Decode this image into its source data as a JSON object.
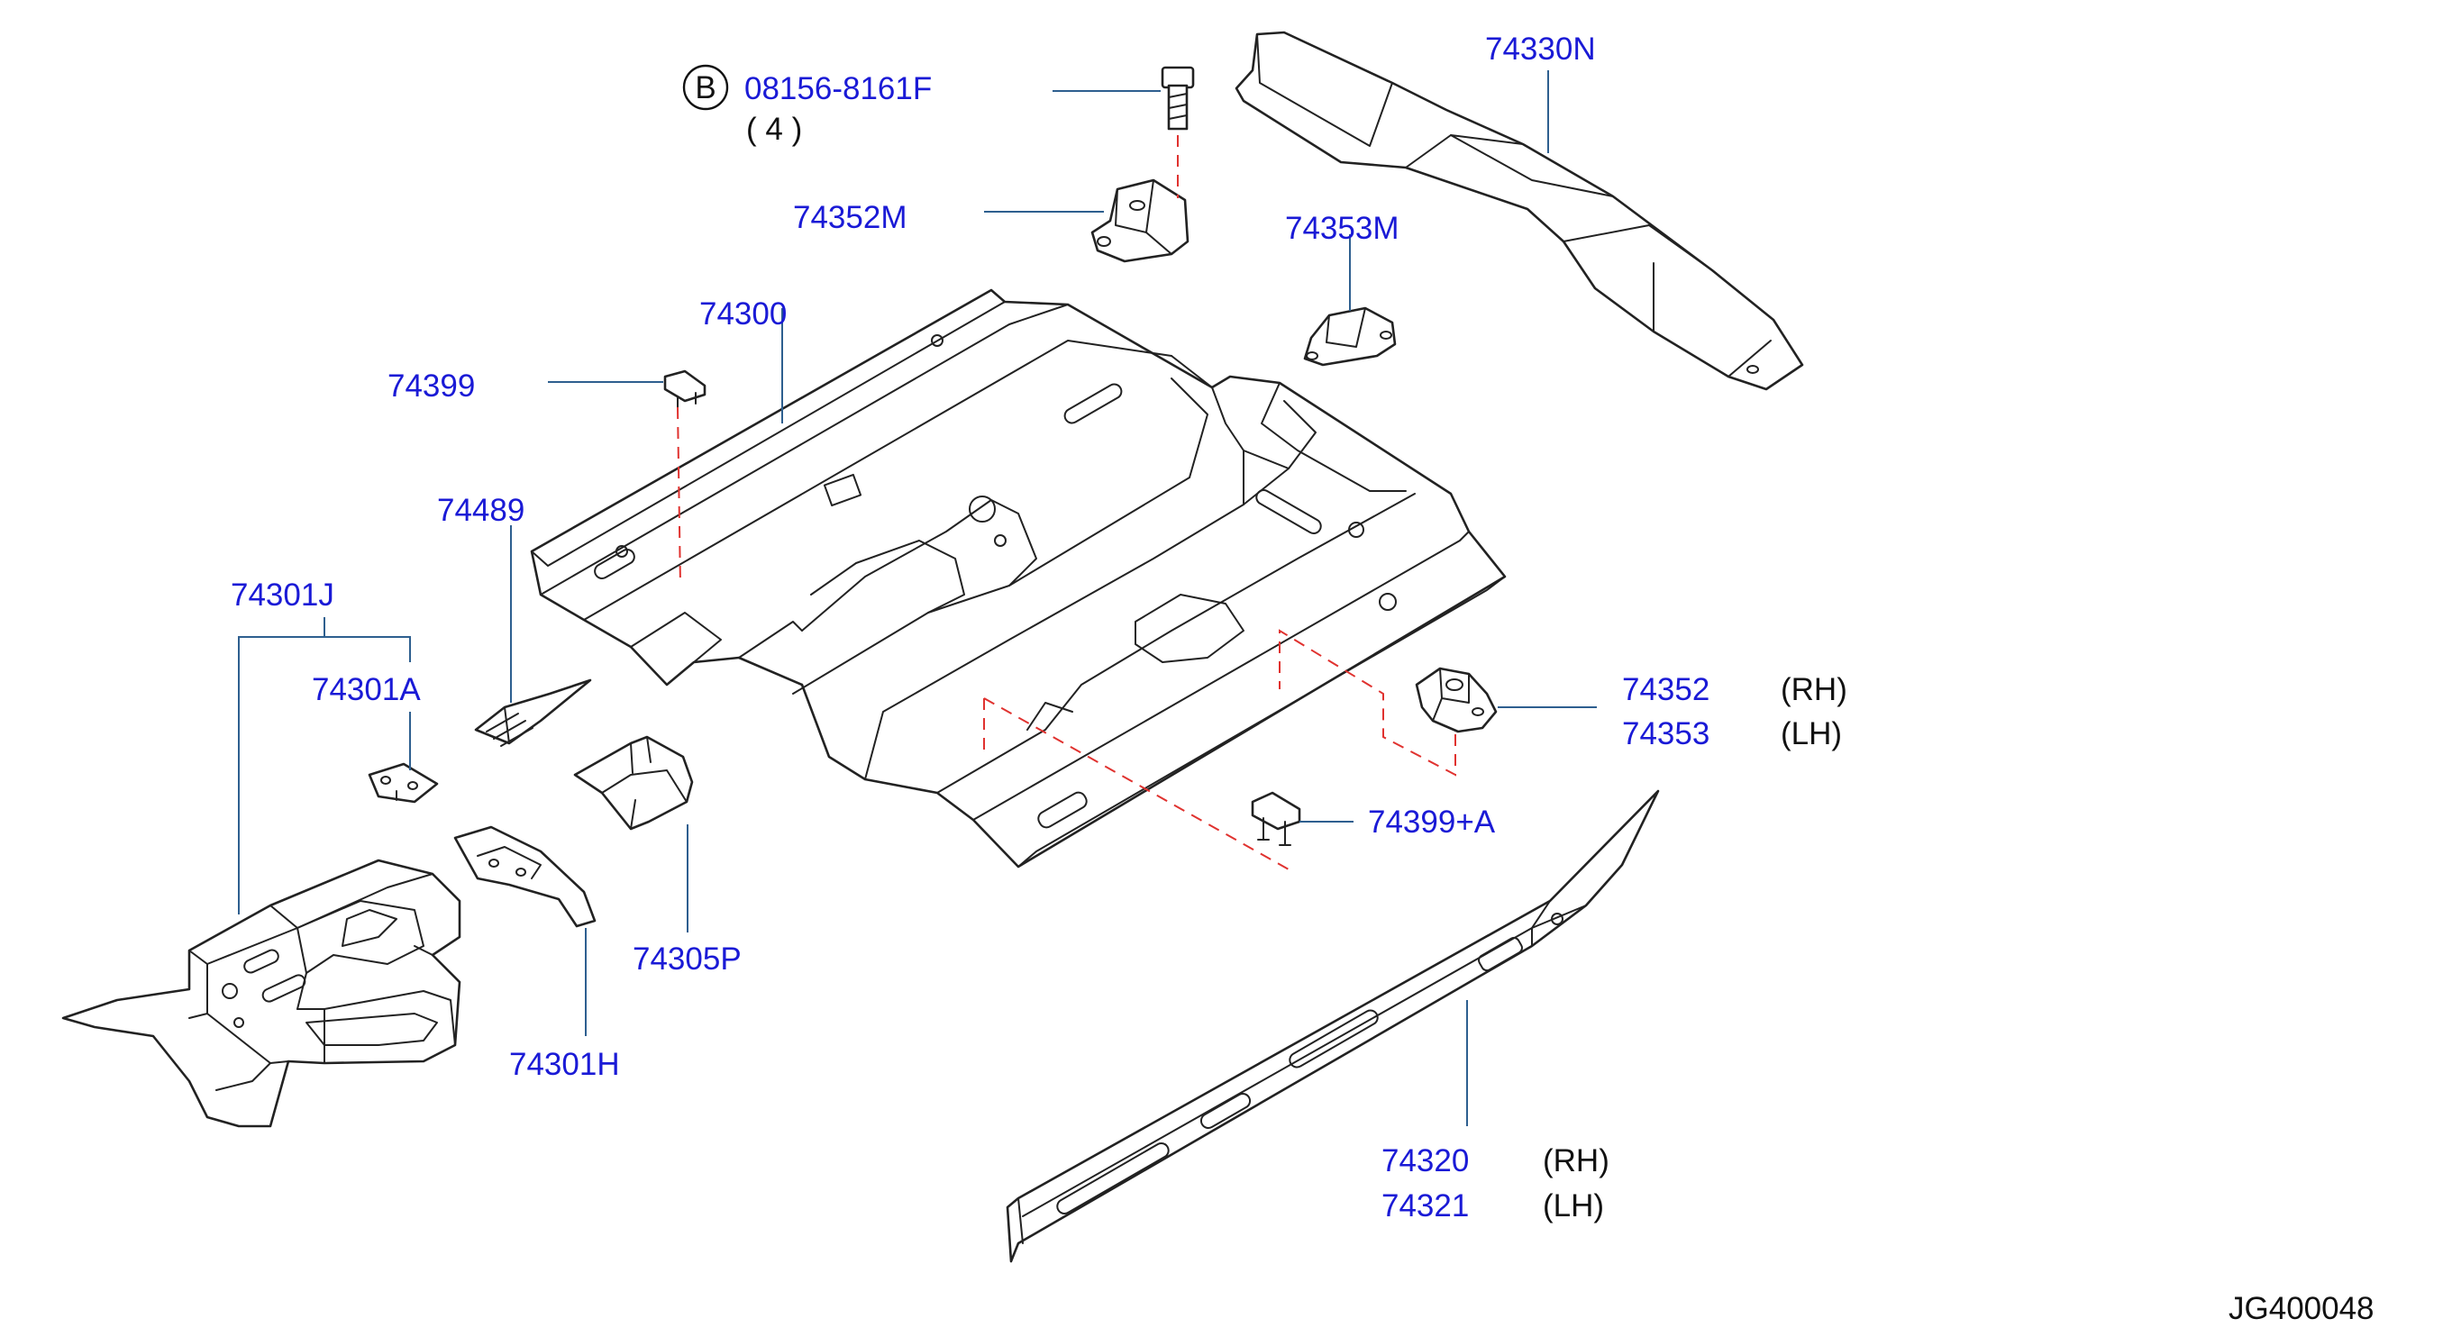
{
  "diagram": {
    "reference_code": "JG400048",
    "bolt_callout": {
      "symbol": "B",
      "part_number": "08156-8161F",
      "quantity": "( 4 )"
    },
    "callouts": [
      {
        "id": "74330N",
        "side": ""
      },
      {
        "id": "74352M",
        "side": ""
      },
      {
        "id": "74353M",
        "side": ""
      },
      {
        "id": "74300",
        "side": ""
      },
      {
        "id": "74399",
        "side": ""
      },
      {
        "id": "74489",
        "side": ""
      },
      {
        "id": "74301J",
        "side": ""
      },
      {
        "id": "74301A",
        "side": ""
      },
      {
        "id": "74305P",
        "side": ""
      },
      {
        "id": "74301H",
        "side": ""
      },
      {
        "id": "74352",
        "side": "(RH)"
      },
      {
        "id": "74353",
        "side": "(LH)"
      },
      {
        "id": "74399+A",
        "side": ""
      },
      {
        "id": "74320",
        "side": "(RH)"
      },
      {
        "id": "74321",
        "side": "(LH)"
      }
    ]
  },
  "colors": {
    "label_blue": "#1a1ad6",
    "leader_line": "#2e5f8f",
    "hidden_line_red": "#e0322f",
    "outline": "#222222"
  }
}
